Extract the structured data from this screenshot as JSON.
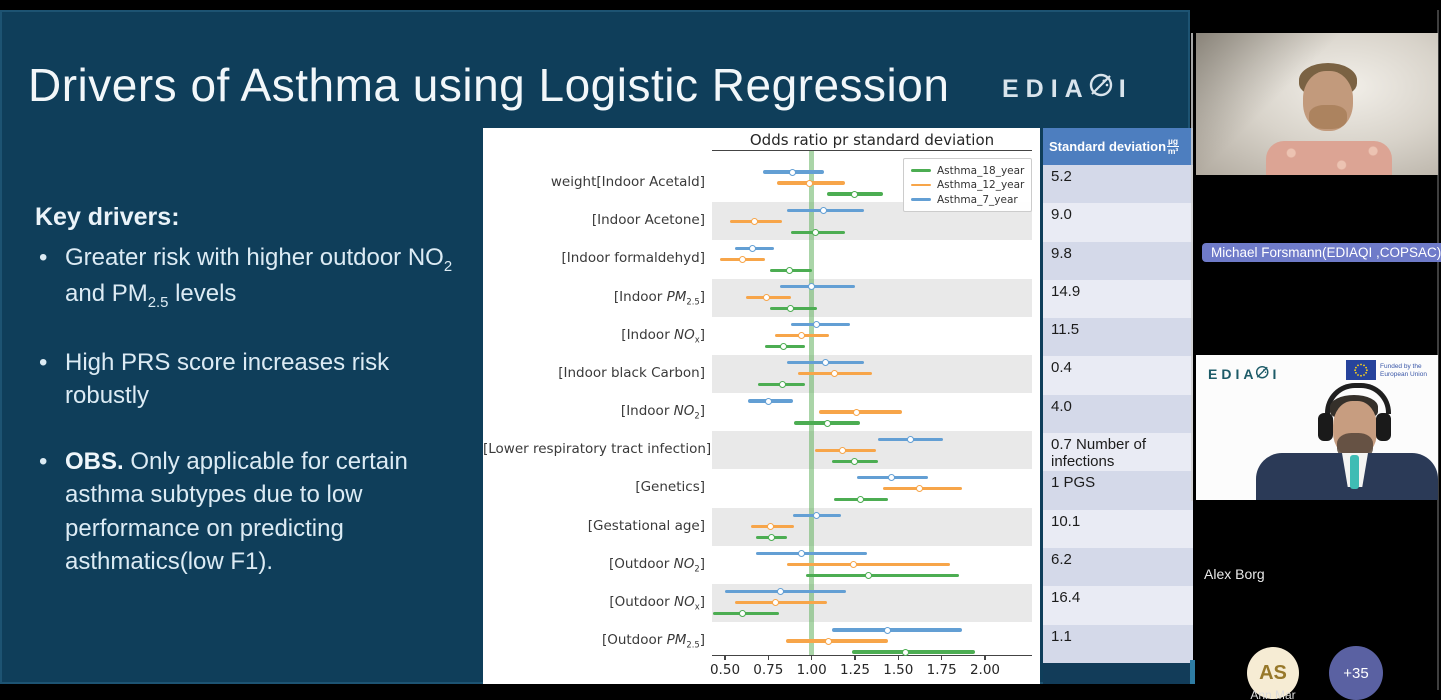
{
  "colors": {
    "slide_bg": "#0f3e5a",
    "table_header_bg": "#4d7ebf",
    "table_row_dark": "#d4d9e9",
    "table_row_light": "#e9ebf4",
    "name_label_bg": "#6f7bc9",
    "badge_bg": "#5a61a2",
    "avatar_bg": "#f6ecd4",
    "refline_green": "#65b360",
    "eu_flag_blue": "#26439c"
  },
  "slide": {
    "title": "Drivers of Asthma using Logistic Regression",
    "logo_pre": "EDIA",
    "logo_post": "I",
    "logo_full": "EDIAQI",
    "key_drivers": {
      "heading": "Key drivers:",
      "bullets": [
        {
          "lead": "",
          "text": "Greater risk with higher outdoor NO_{2} and PM_{2.5} levels"
        },
        {
          "lead": "",
          "text": "High PRS score increases risk robustly"
        },
        {
          "lead": "OBS.",
          "text": " Only applicable for certain asthma subtypes due to low performance on predicting asthmatics(low F1)."
        }
      ]
    }
  },
  "chart_data": {
    "type": "scatter",
    "subtype": "forest-plot-odds-ratio",
    "title": "Odds ratio pr standard deviation",
    "xlabel": "",
    "ylabel": "",
    "xlim": [
      0.42,
      2.27
    ],
    "xticks": [
      "0.50",
      "0.75",
      "1.00",
      "1.25",
      "1.50",
      "1.75",
      "2.00"
    ],
    "refline": 1.0,
    "legend_position": "upper right",
    "background_bands": "alternating-gray-on-even-rows",
    "marker": "open-circle",
    "categories": [
      "weight[Indoor Acetald]",
      "[Indoor Acetone]",
      "[Indoor formaldehyd]",
      "[Indoor *PM*_{2.5}]",
      "[Indoor *NO*_{x}]",
      "[Indoor black Carbon]",
      "[Indoor *NO*_{2}]",
      "[Lower respiratory tract infection]",
      "[Genetics]",
      "[Gestational age]",
      "[Outdoor *NO*_{2}]",
      "[Outdoor *NO*_{x}]",
      "[Outdoor *PM*_{2.5}]"
    ],
    "series": [
      {
        "name": "Asthma_18_year",
        "color": "#4cad52",
        "row_offset": 11,
        "values": [
          1.25,
          1.02,
          0.87,
          0.88,
          0.84,
          0.83,
          1.09,
          1.25,
          1.28,
          0.77,
          1.33,
          0.6,
          1.54
        ],
        "ci_low": [
          1.09,
          0.88,
          0.76,
          0.76,
          0.73,
          0.69,
          0.9,
          1.12,
          1.13,
          0.68,
          0.97,
          0.43,
          1.23
        ],
        "ci_high": [
          1.41,
          1.19,
          1.0,
          1.03,
          0.96,
          0.96,
          1.28,
          1.38,
          1.44,
          0.86,
          1.85,
          0.81,
          1.94
        ]
      },
      {
        "name": "Asthma_12_year",
        "color": "#f7a549",
        "row_offset": 0,
        "values": [
          0.99,
          0.67,
          0.6,
          0.74,
          0.94,
          1.13,
          1.26,
          1.18,
          1.62,
          0.76,
          1.24,
          0.79,
          1.1
        ],
        "ci_low": [
          0.8,
          0.53,
          0.47,
          0.62,
          0.79,
          0.92,
          1.04,
          1.02,
          1.41,
          0.65,
          0.86,
          0.56,
          0.85
        ],
        "ci_high": [
          1.19,
          0.83,
          0.73,
          0.88,
          1.1,
          1.35,
          1.52,
          1.37,
          1.87,
          0.9,
          1.8,
          1.09,
          1.44
        ]
      },
      {
        "name": "Asthma_7_year",
        "color": "#639fd4",
        "row_offset": -11,
        "values": [
          0.89,
          1.07,
          0.66,
          1.0,
          1.03,
          1.08,
          0.75,
          1.57,
          1.46,
          1.03,
          0.94,
          0.82,
          1.44
        ],
        "ci_low": [
          0.72,
          0.86,
          0.56,
          0.82,
          0.88,
          0.86,
          0.63,
          1.38,
          1.26,
          0.89,
          0.68,
          0.5,
          1.12
        ],
        "ci_high": [
          1.07,
          1.3,
          0.78,
          1.25,
          1.22,
          1.3,
          0.89,
          1.76,
          1.67,
          1.17,
          1.32,
          1.2,
          1.87
        ]
      }
    ]
  },
  "sd_table": {
    "header": {
      "title": "Standard deviation",
      "unit_numerator": "µg",
      "unit_denominator": "m³"
    },
    "rows": [
      "5.2",
      "9.0",
      "9.8",
      "14.9",
      "11.5",
      "0.4",
      "4.0",
      "0.7 Number of infections",
      "1 PGS",
      "10.1",
      "6.2",
      "16.4",
      "1.1"
    ]
  },
  "sidebar": {
    "participant_top_label": "Michael Forsmann(EDIAQI ,COPSAC)",
    "participant_bottom_label": "Alex Borg",
    "tile2": {
      "logo_pre": "EDIA",
      "logo_post": "I",
      "eu_line1": "Funded by the",
      "eu_line2": "European Union"
    },
    "avatar": {
      "initials": "AS",
      "partial_name": "Ann Mar"
    },
    "overflow_badge": "+35"
  }
}
